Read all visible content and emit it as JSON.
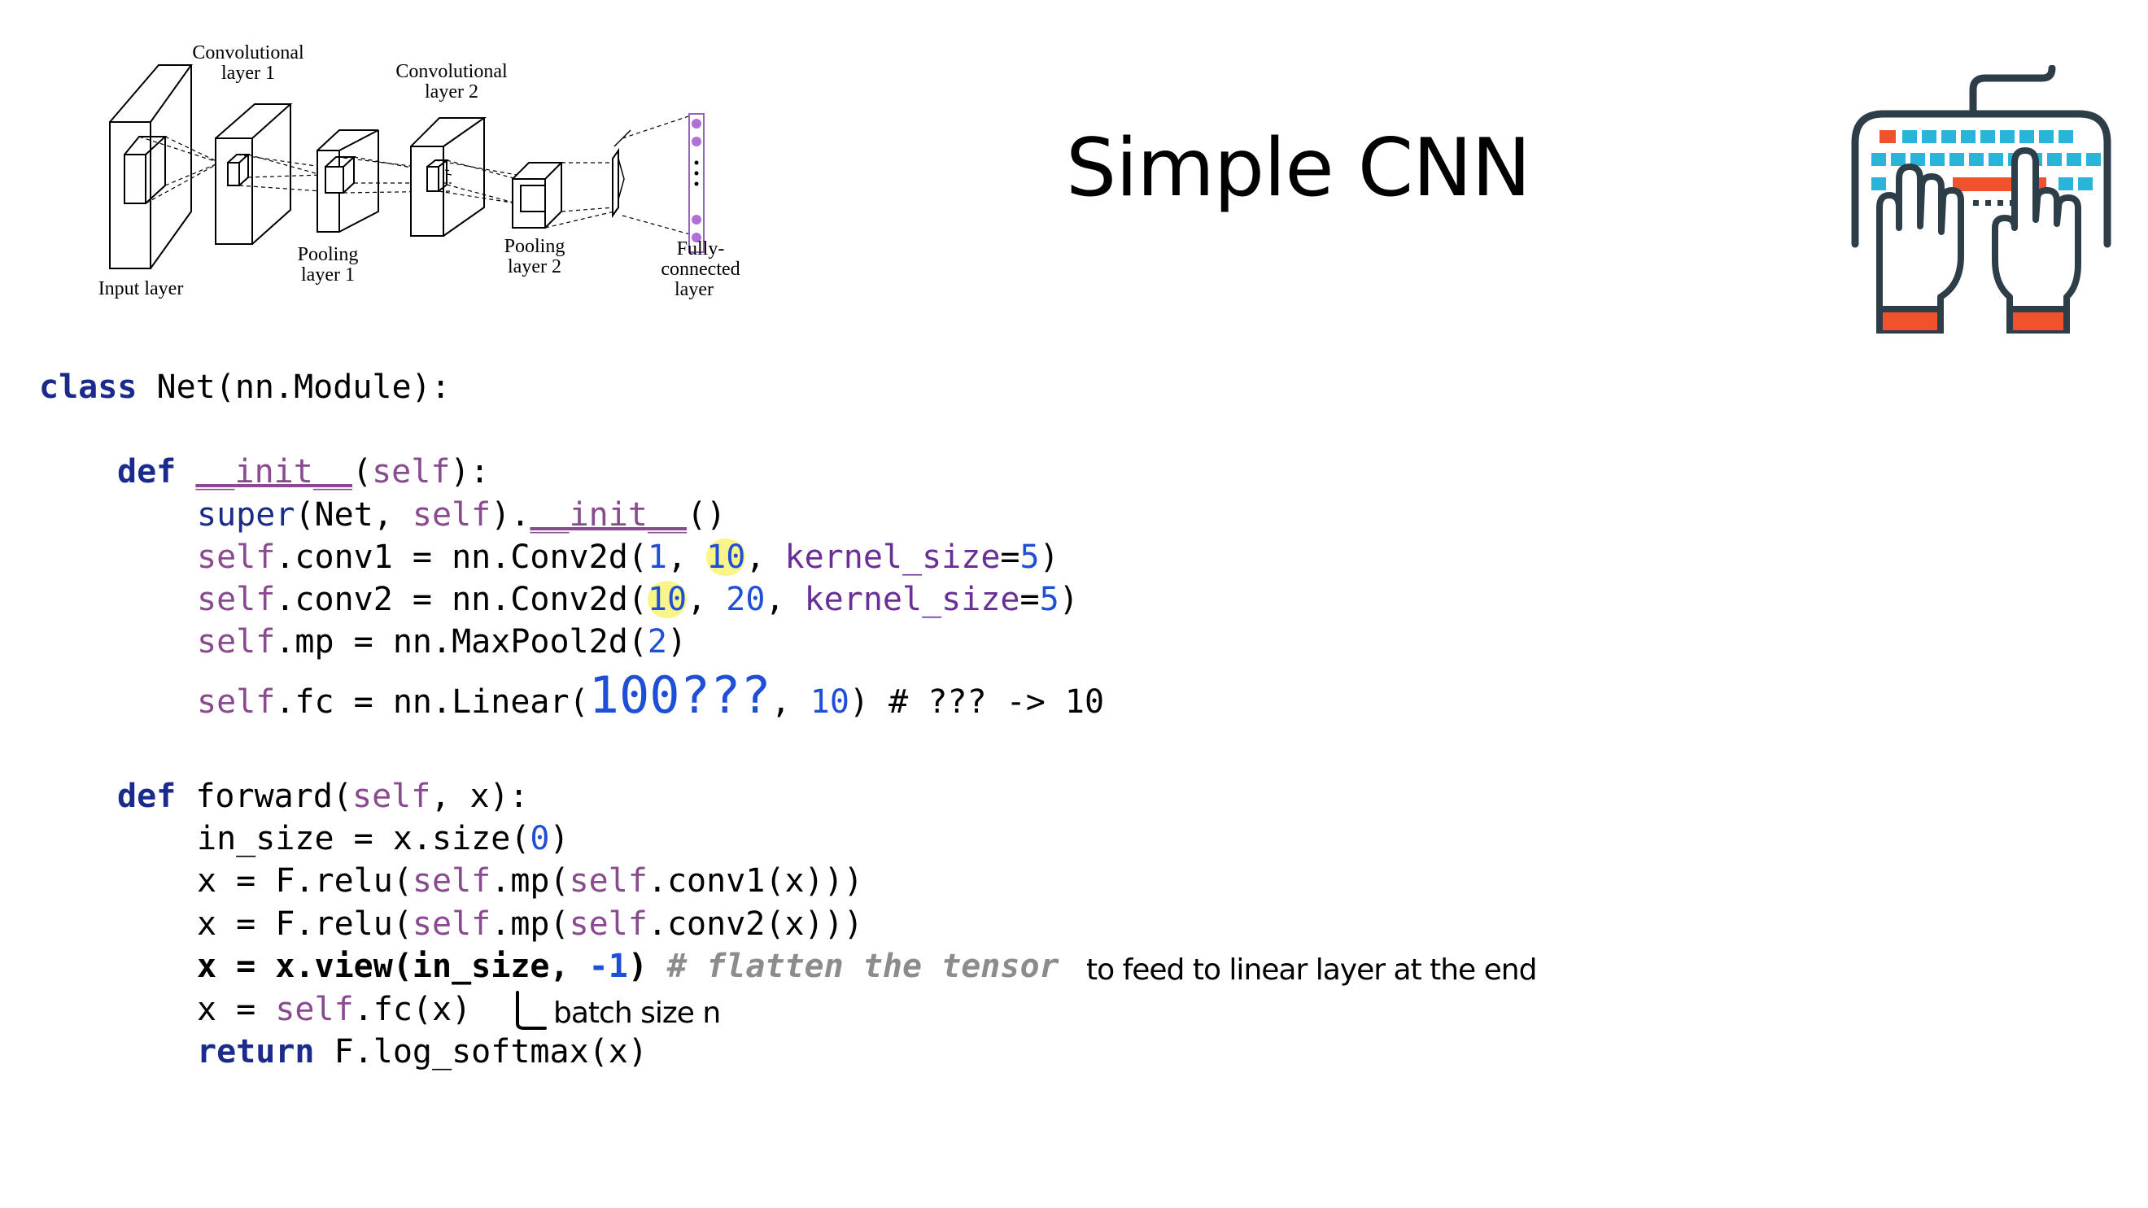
{
  "slide": {
    "title": "Simple CNN"
  },
  "diagram": {
    "labels": {
      "input": "Input layer",
      "conv1": [
        "Convolutional",
        "layer 1"
      ],
      "pool1": [
        "Pooling",
        "layer 1"
      ],
      "conv2": [
        "Convolutional",
        "layer 2"
      ],
      "pool2": [
        "Pooling",
        "layer 2"
      ],
      "fc": [
        "Fully-",
        "connected",
        "layer"
      ]
    }
  },
  "code": {
    "l1": {
      "kw": "class",
      "rest": " Net(nn.Module):"
    },
    "l2": {
      "kw": "def",
      "sp": " ",
      "name": "__init__",
      "p1": "(",
      "self": "self",
      "p2": "):"
    },
    "l3": {
      "a": "super",
      "b": "(Net, ",
      "self": "self",
      "c": ").",
      "d": "__init__",
      "e": "()"
    },
    "l4": {
      "self": "self",
      "a": ".conv1 = nn.Conv2d(",
      "n1": "1",
      "b": ", ",
      "n2": "10",
      "c": ", ",
      "kw": "kernel_size",
      "d": "=",
      "n3": "5",
      "e": ")"
    },
    "l5": {
      "self": "self",
      "a": ".conv2 = nn.Conv2d(",
      "n1": "10",
      "b": ", ",
      "n2": "20",
      "c": ", ",
      "kw": "kernel_size",
      "d": "=",
      "n3": "5",
      "e": ")"
    },
    "l6": {
      "self": "self",
      "a": ".mp = nn.MaxPool2d(",
      "n1": "2",
      "e": ")"
    },
    "l7": {
      "self": "self",
      "a": ".fc = nn.Linear(",
      "big": "100???",
      "b": ", ",
      "n1": "10",
      "c": ") # ??? -> 10"
    },
    "l8": {
      "kw": "def",
      "a": " forward(",
      "self": "self",
      "b": ", x):"
    },
    "l9": {
      "a": "in_size = x.size(",
      "n1": "0",
      "b": ")"
    },
    "l10": {
      "a": "x = F.relu(",
      "self1": "self",
      "b": ".mp(",
      "self2": "self",
      "c": ".conv1(x)))"
    },
    "l11": {
      "a": "x = F.relu(",
      "self1": "self",
      "b": ".mp(",
      "self2": "self",
      "c": ".conv2(x)))"
    },
    "l12": {
      "a": "x = x.view(in_size, ",
      "n1": "-1",
      "b": ") ",
      "cmt": "# flatten the tensor"
    },
    "l13": {
      "a": "x = ",
      "self": "self",
      "b": ".fc(x)"
    },
    "l14": {
      "kw": "return",
      "a": " F.log_softmax(x)"
    }
  },
  "annotations": {
    "feed_note": "to feed to linear layer at the end",
    "batch_note": "batch size n"
  },
  "colors": {
    "keyword": "#1a2b8c",
    "self": "#8a4a8f",
    "number": "#1f4fd6",
    "comment": "#8c8c8c",
    "highlight": "#faf58a",
    "keyboard_keys": "#29b5d9",
    "keyboard_accent": "#f0522d",
    "outline": "#2e3e48"
  }
}
